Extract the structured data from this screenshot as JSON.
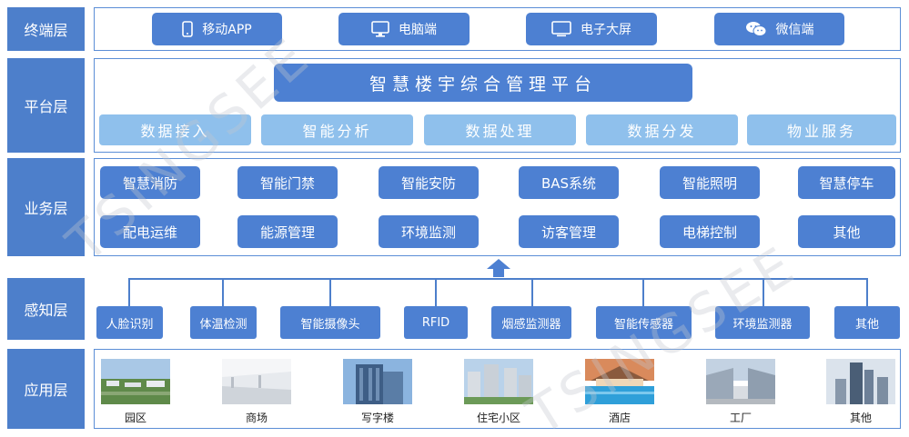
{
  "layers": {
    "terminal": "终端层",
    "platform": "平台层",
    "business": "业务层",
    "perception": "感知层",
    "application": "应用层"
  },
  "terminal": {
    "mobile_app": "移动APP",
    "pc": "电脑端",
    "big_screen": "电子大屏",
    "wechat": "微信端"
  },
  "platform": {
    "title": "智慧楼宇综合管理平台",
    "items": [
      "数据接入",
      "智能分析",
      "数据处理",
      "数据分发",
      "物业服务"
    ]
  },
  "business": {
    "row1": [
      "智慧消防",
      "智能门禁",
      "智能安防",
      "BAS系统",
      "智能照明",
      "智慧停车"
    ],
    "row2": [
      "配电运维",
      "能源管理",
      "环境监测",
      "访客管理",
      "电梯控制",
      "其他"
    ]
  },
  "perception": [
    "人脸识别",
    "体温检测",
    "智能摄像头",
    "RFID",
    "烟感监测器",
    "智能传感器",
    "环境监测器",
    "其他"
  ],
  "application": [
    "园区",
    "商场",
    "写字楼",
    "住宅小区",
    "酒店",
    "工厂",
    "其他"
  ],
  "watermark": "TSINGSEE",
  "colors": {
    "primary": "#4d80d2",
    "label": "#4d7fcb",
    "light": "#8fc0ec",
    "frame": "#5b8ed6"
  }
}
